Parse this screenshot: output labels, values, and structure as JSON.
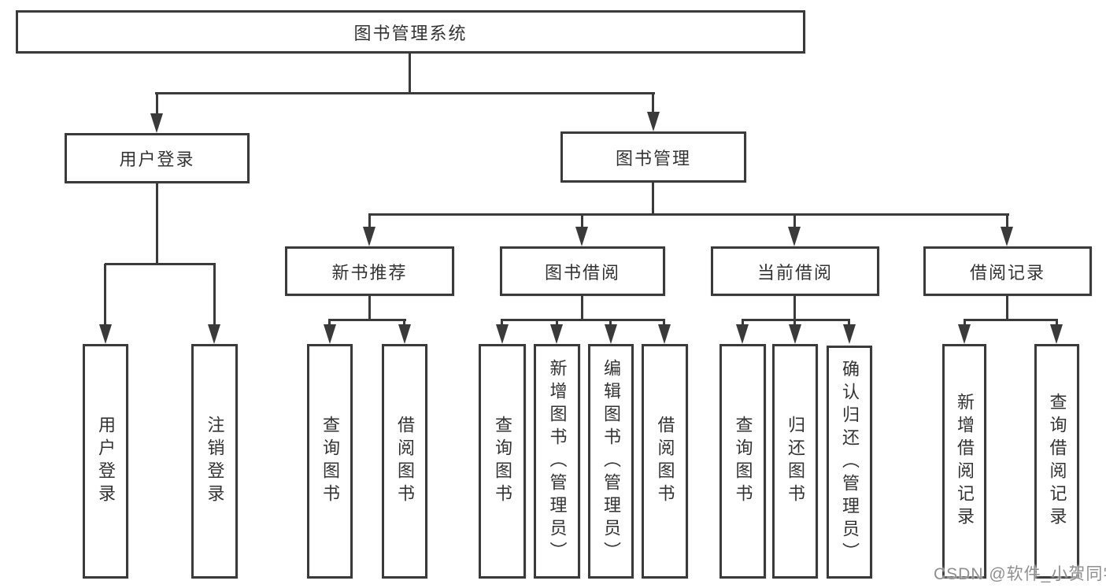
{
  "nodes": {
    "root": {
      "label": "图书管理系统"
    },
    "user_login": {
      "label": "用户登录"
    },
    "book_mgmt": {
      "label": "图书管理"
    },
    "new_books": {
      "label": "新书推荐"
    },
    "book_borrow": {
      "label": "图书借阅"
    },
    "current_borrow": {
      "label": "当前借阅"
    },
    "borrow_records": {
      "label": "借阅记录"
    },
    "leaf_user_login": {
      "label": "用户登录"
    },
    "leaf_logout": {
      "label": "注销登录"
    },
    "leaf_nb_query": {
      "label": "查询图书"
    },
    "leaf_nb_borrow": {
      "label": "借阅图书"
    },
    "leaf_bb_query": {
      "label": "查询图书"
    },
    "leaf_bb_add": {
      "label": "新增图书（管理员）"
    },
    "leaf_bb_edit": {
      "label": "编辑图书（管理员）"
    },
    "leaf_bb_borrow": {
      "label": "借阅图书"
    },
    "leaf_cb_query": {
      "label": "查询图书"
    },
    "leaf_cb_return": {
      "label": "归还图书"
    },
    "leaf_cb_confirm": {
      "label": "确认归还（管理员）"
    },
    "leaf_br_add": {
      "label": "新增借阅记录"
    },
    "leaf_br_query": {
      "label": "查询借阅记录"
    }
  },
  "watermark": {
    "text": "CSDN @软件_小贺同学"
  },
  "colors": {
    "line": "#3a3a3a",
    "text": "#333333",
    "background": "#ffffff",
    "watermark": "#8f8f8f"
  }
}
